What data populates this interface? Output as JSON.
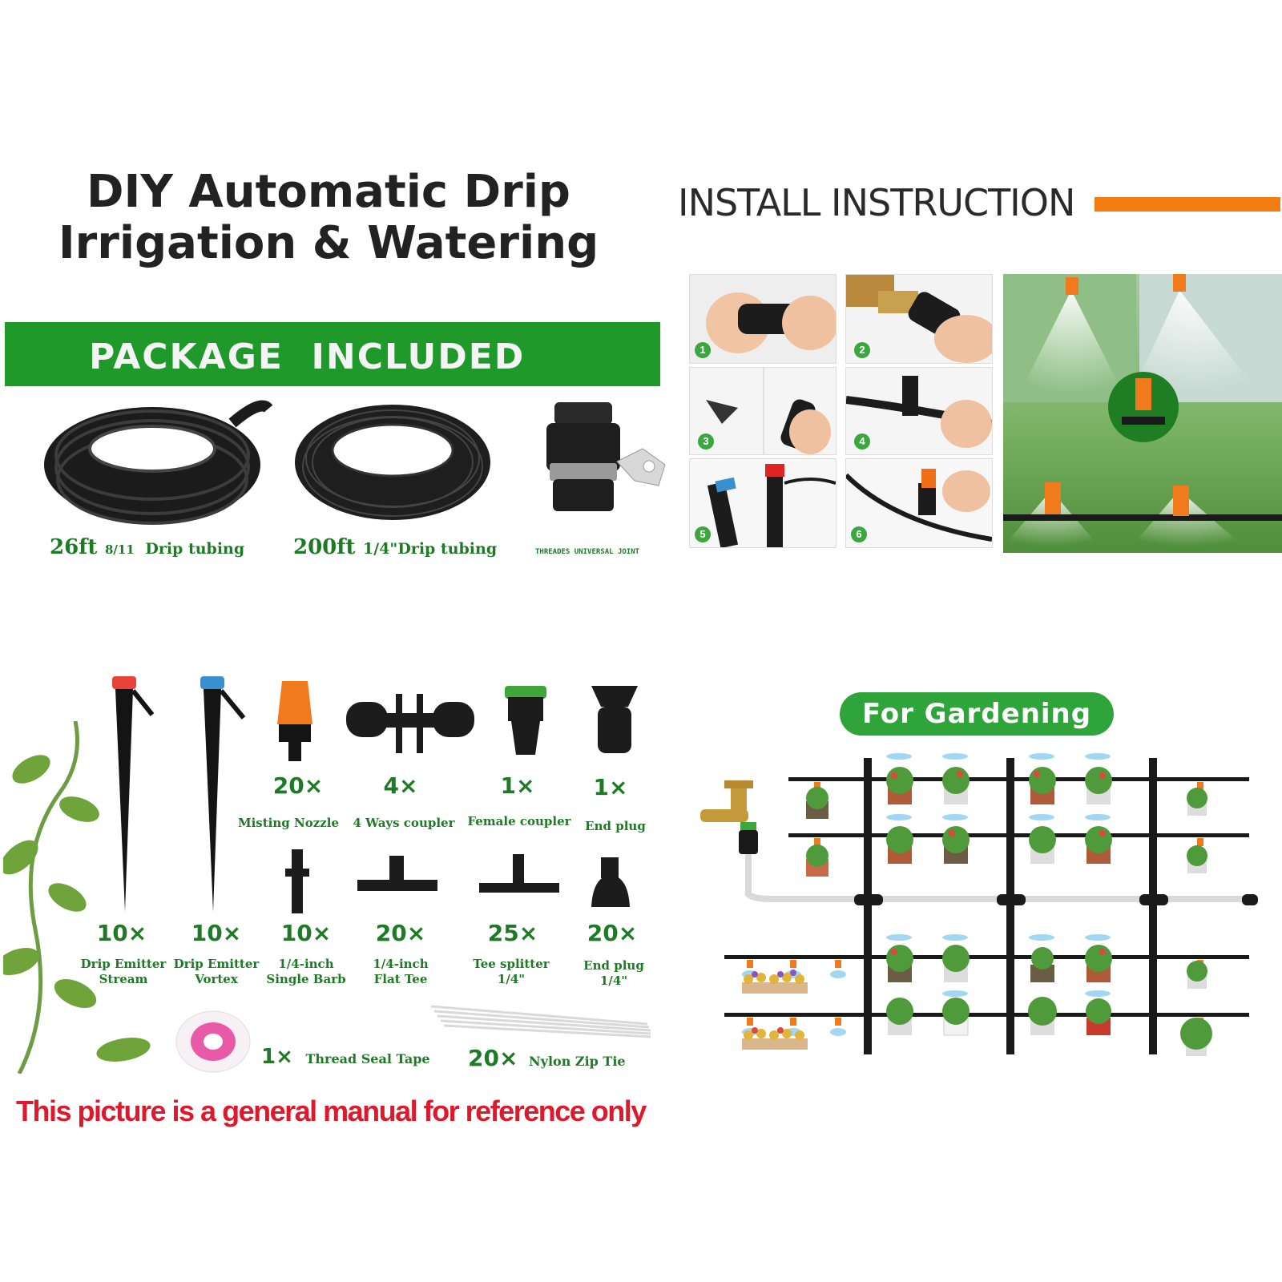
{
  "top_left": {
    "title_line1": "DIY Automatic Drip",
    "title_line2": "Irrigation & Watering",
    "banner": "PACKAGE  INCLUDED",
    "items": [
      {
        "qty": "26ft",
        "size": "8/11",
        "label": "Drip tubing"
      },
      {
        "qty": "200ft",
        "size": "1/4\"",
        "label": "Drip tubing"
      },
      {
        "label": "THREADES UNIVERSAL JOINT"
      }
    ]
  },
  "top_right": {
    "heading": "INSTALL INSTRUCTION",
    "accent_color": "#f27c0f",
    "steps": [
      "1",
      "2",
      "3",
      "4",
      "5",
      "6"
    ]
  },
  "bottom_left": {
    "row1": [
      {
        "qty": "20×",
        "label": "Misting Nozzle"
      },
      {
        "qty": "4×",
        "label": "4 Ways coupler"
      },
      {
        "qty": "1×",
        "label": "Female coupler"
      },
      {
        "qty": "1×",
        "label": "End plug"
      }
    ],
    "row2": [
      {
        "qty": "10×",
        "label": "Drip Emitter Stream"
      },
      {
        "qty": "10×",
        "label": "Drip Emitter Vortex"
      },
      {
        "qty": "10×",
        "label": "1/4-inch Single Barb"
      },
      {
        "qty": "20×",
        "label": "1/4-inch Flat Tee"
      },
      {
        "qty": "25×",
        "label": "Tee splitter 1/4\""
      },
      {
        "qty": "20×",
        "label": "End plug 1/4\""
      }
    ],
    "extra": [
      {
        "qty": "1×",
        "label": "Thread Seal Tape"
      },
      {
        "qty": "20×",
        "label": "Nylon Zip Tie"
      }
    ],
    "note": "This picture is a general manual for reference only"
  },
  "bottom_right": {
    "badge": "For Gardening"
  },
  "colors": {
    "green": "#1f9a2a",
    "dark_green_text": "#1e7a25",
    "orange": "#f27c0f",
    "red_note": "#e0182c"
  }
}
